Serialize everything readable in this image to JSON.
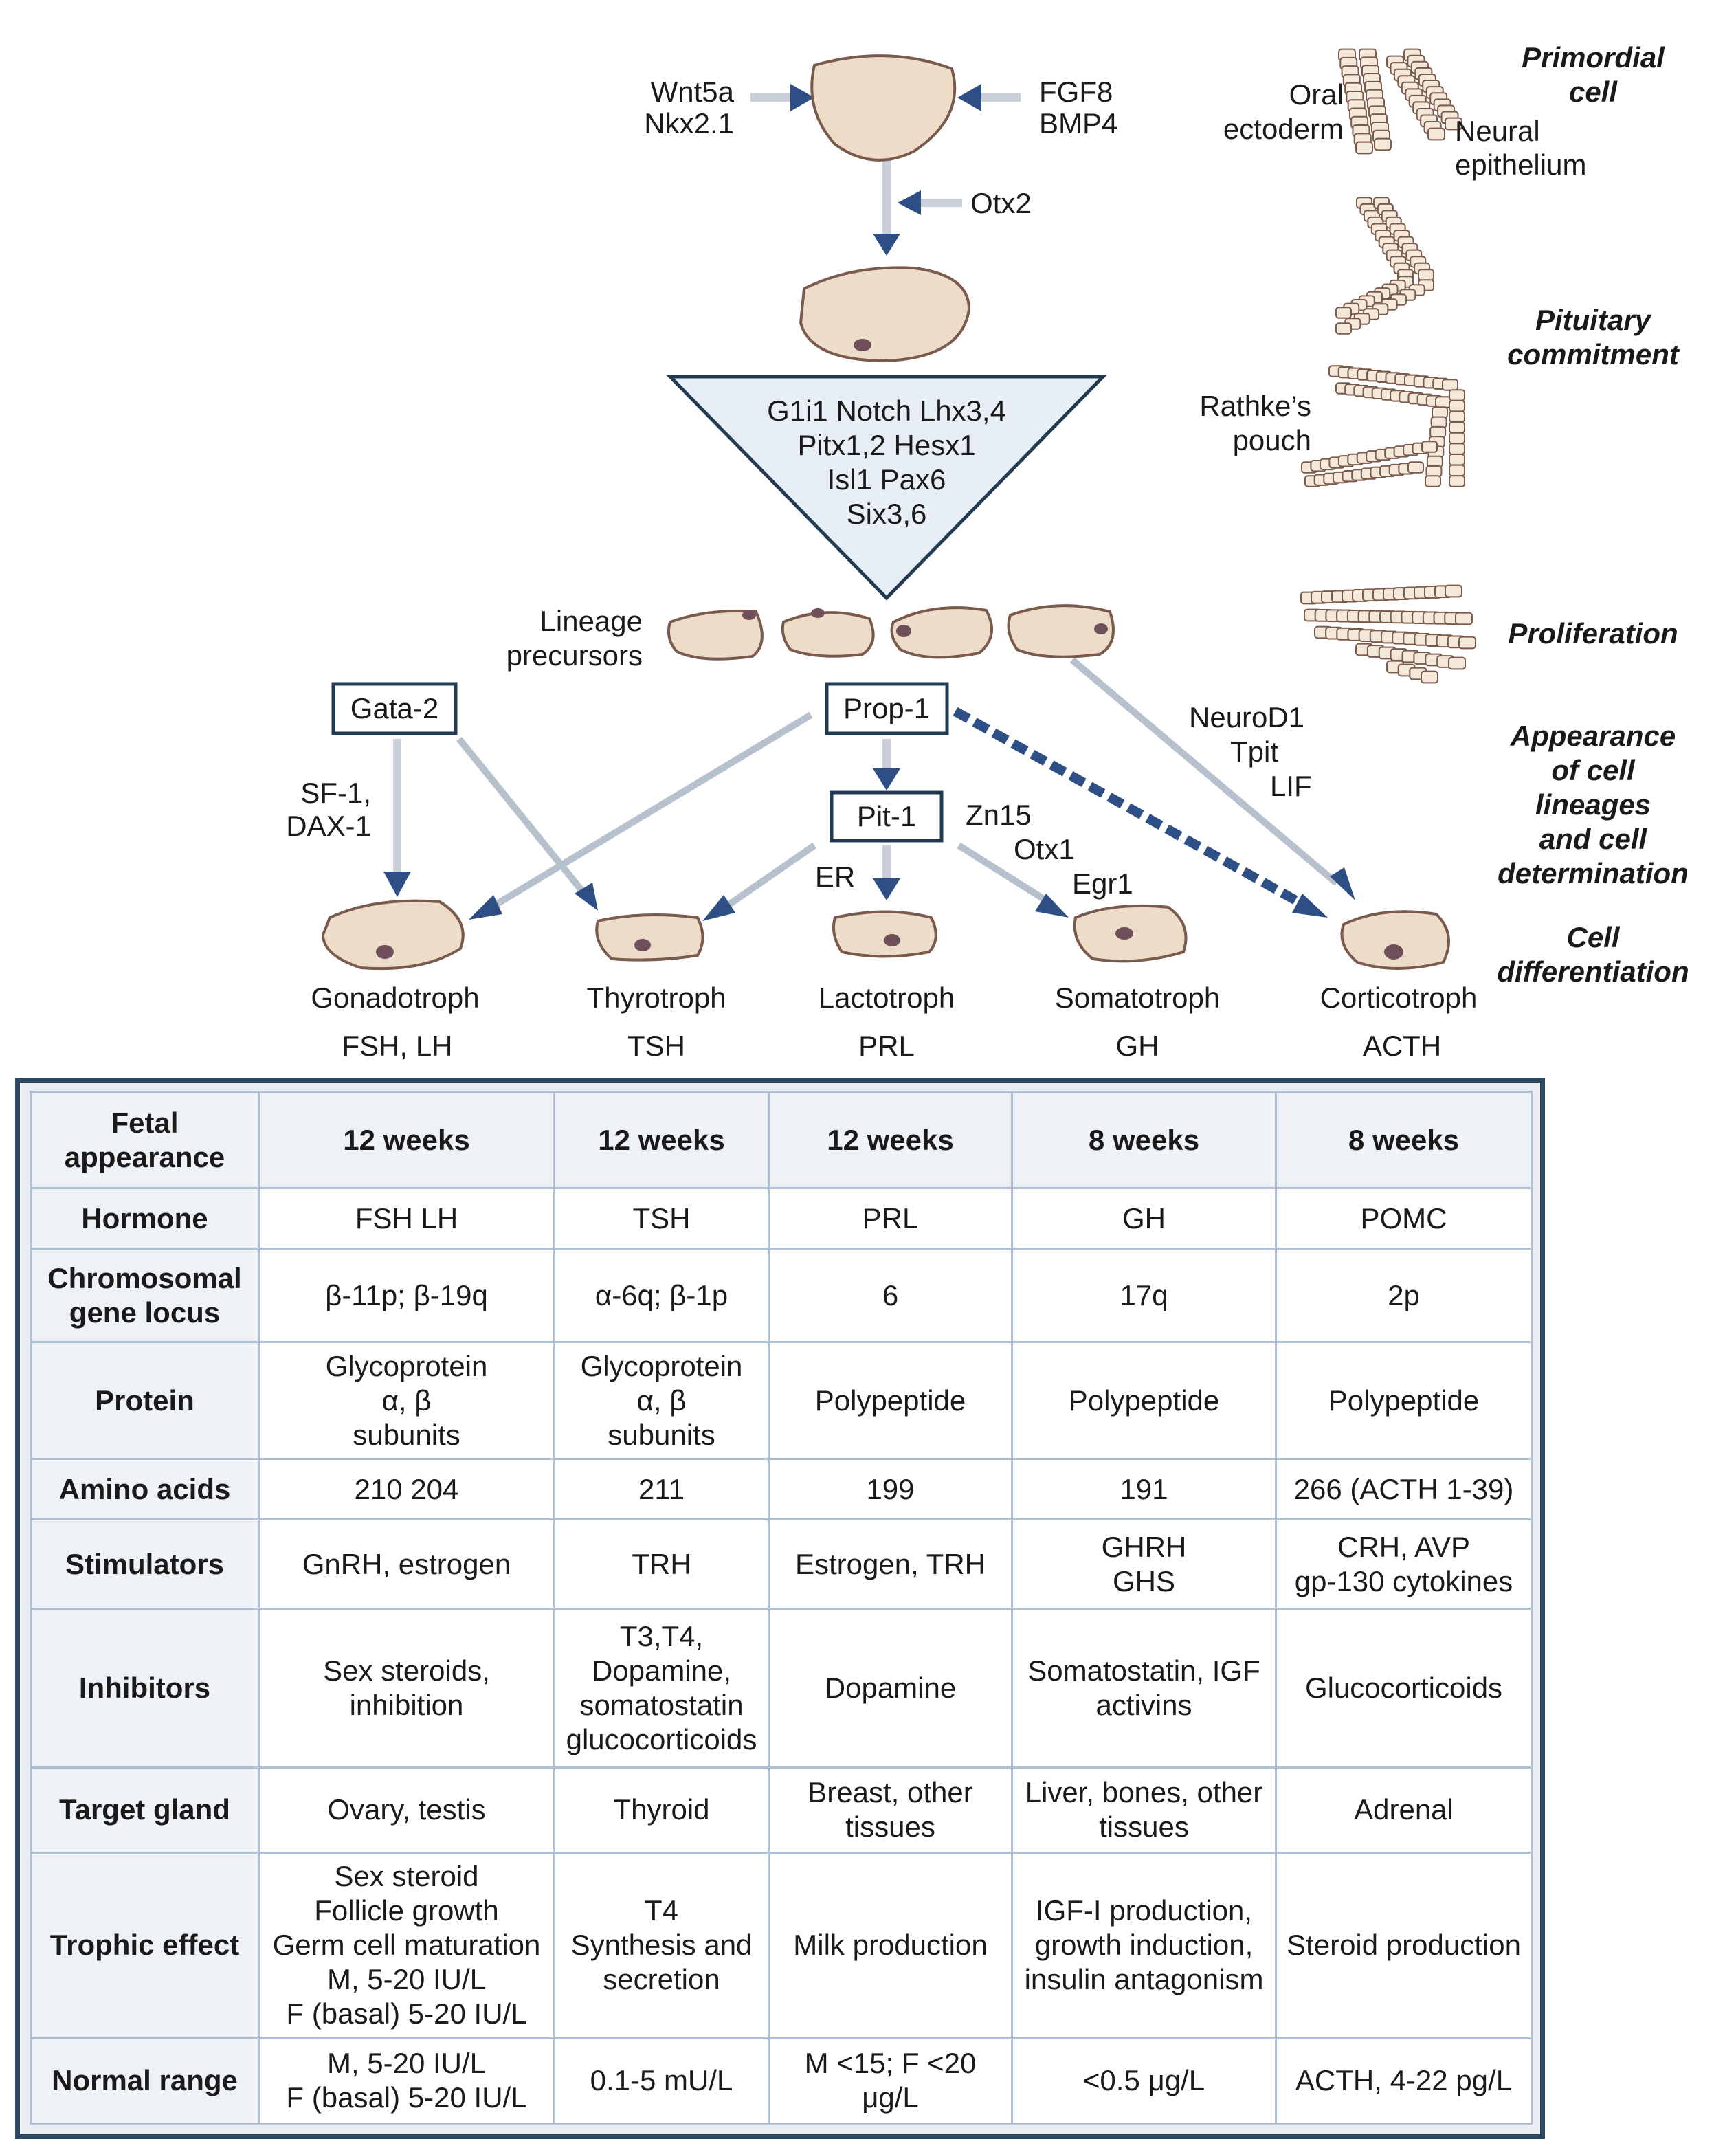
{
  "diagram": {
    "wnt_line1": "Wnt5a",
    "wnt_line2": "Nkx2.1",
    "fgf_line1": "FGF8",
    "fgf_line2": "BMP4",
    "otx2": "Otx2",
    "triangle_line1": "G1i1  Notch  Lhx3,4",
    "triangle_line2": "Pitx1,2  Hesx1",
    "triangle_line3": "Isl1 Pax6",
    "triangle_line4": "Six3,6",
    "lineage_line1": "Lineage",
    "lineage_line2": "precursors",
    "gata2": "Gata-2",
    "prop1": "Prop-1",
    "pit1": "Pit-1",
    "sf1_line1": "SF-1,",
    "sf1_line2": "DAX-1",
    "er": "ER",
    "zn15": "Zn15",
    "otx1": "Otx1",
    "egr1": "Egr1",
    "neurod1": "NeuroD1",
    "tpit": "Tpit",
    "lif": "LIF",
    "cells": [
      {
        "name": "Gonadotroph",
        "hormone": "FSH, LH"
      },
      {
        "name": "Thyrotroph",
        "hormone": "TSH"
      },
      {
        "name": "Lactotroph",
        "hormone": "PRL"
      },
      {
        "name": "Somatotroph",
        "hormone": "GH"
      },
      {
        "name": "Corticotroph",
        "hormone": "ACTH"
      }
    ],
    "oral_line1": "Oral",
    "oral_line2": "ectoderm",
    "neural_line1": "Neural",
    "neural_line2": "epithelium",
    "rathke_line1": "Rathke’s",
    "rathke_line2": "pouch",
    "stages": {
      "primordial_1": "Primordial",
      "primordial_2": "cell",
      "commitment_1": "Pituitary",
      "commitment_2": "commitment",
      "proliferation": "Proliferation",
      "lineage_1": "Appearance",
      "lineage_2": "of cell",
      "lineage_3": "lineages",
      "lineage_4": "and cell",
      "lineage_5": "determination",
      "diff_1": "Cell",
      "diff_2": "differentiation"
    },
    "colors": {
      "arrow": "#2e4f86",
      "cell_fill": "#ecdcc8",
      "nucleus": "#6e4f5a",
      "box_border": "#223a52"
    }
  },
  "table": {
    "header": {
      "label": "Fetal\nappearance",
      "cols": [
        "12 weeks",
        "12 weeks",
        "12 weeks",
        "8 weeks",
        "8 weeks"
      ]
    },
    "rows": [
      {
        "label": "Hormone",
        "cells": [
          "FSH    LH",
          "TSH",
          "PRL",
          "GH",
          "POMC"
        ]
      },
      {
        "label": "Chromosomal\ngene locus",
        "cells": [
          "β-11p; β-19q",
          "α-6q; β-1p",
          "6",
          "17q",
          "2p"
        ]
      },
      {
        "label": "Protein",
        "cells": [
          "Glycoprotein\nα, β\nsubunits",
          "Glycoprotein\nα, β\nsubunits",
          "Polypeptide",
          "Polypeptide",
          "Polypeptide"
        ]
      },
      {
        "label": "Amino acids",
        "cells": [
          "210    204",
          "211",
          "199",
          "191",
          "266 (ACTH 1-39)"
        ]
      },
      {
        "label": "Stimulators",
        "cells": [
          "GnRH, estrogen",
          "TRH",
          "Estrogen, TRH",
          "GHRH\nGHS",
          "CRH, AVP\ngp-130 cytokines"
        ]
      },
      {
        "label": "Inhibitors",
        "cells": [
          "Sex steroids,\ninhibition",
          "T3,T4,\nDopamine,\nsomatostatin\nglucocorticoids",
          "Dopamine",
          "Somatostatin, IGF\nactivins",
          "Glucocorticoids"
        ]
      },
      {
        "label": "Target gland",
        "cells": [
          "Ovary, testis",
          "Thyroid",
          "Breast, other\ntissues",
          "Liver, bones, other\ntissues",
          "Adrenal"
        ]
      },
      {
        "label": "Trophic effect",
        "cells": [
          "Sex steroid\nFollicle growth\nGerm cell maturation\nM, 5-20 IU/L\nF (basal) 5-20 IU/L",
          "T4\nSynthesis and\nsecretion",
          "Milk production",
          "IGF-I production,\ngrowth induction,\ninsulin antagonism",
          "Steroid production"
        ]
      },
      {
        "label": "Normal range",
        "cells": [
          "M, 5-20 IU/L\nF (basal) 5-20 IU/L",
          "0.1-5 mU/L",
          "M <15; F <20 μg/L",
          "<0.5 μg/L",
          "ACTH, 4-22 pg/L"
        ]
      }
    ]
  }
}
